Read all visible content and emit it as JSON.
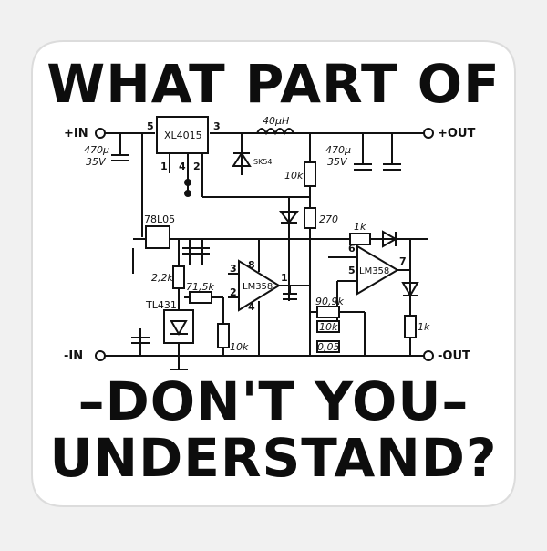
{
  "headline": {
    "top": "WHAT PART OF",
    "middle": "–DON'T YOU–",
    "bottom": "UNDERSTAND?"
  },
  "schematic": {
    "labels": {
      "in_plus": "+IN",
      "in_minus": "-IN",
      "out_plus": "+OUT",
      "out_minus": "-OUT",
      "cap_in": "470µ",
      "cap_in_v": "35V",
      "cap_out": "470µ",
      "cap_out_v": "35V",
      "converter": "XL4015",
      "pin5": "5",
      "pin3": "3",
      "pin1": "1",
      "pin4": "4",
      "pin2": "2",
      "inductor": "40µH",
      "diode": "SK54",
      "r10k_top": "10k",
      "r270": "270",
      "regulator": "78L05",
      "r1k_top": "1k",
      "r2_2k": "2,2k",
      "r71_5k": "71,5k",
      "ref": "TL431",
      "r10k_left": "10k",
      "opamp_left": "LM358",
      "op_pin3": "3",
      "op_pin2": "2",
      "op_pin8": "8",
      "op_pin4": "4",
      "op_pin1": "1",
      "opamp_right": "LM358",
      "op2_pin6": "6",
      "op2_pin5": "5",
      "op2_pin7": "7",
      "r90_9k": "90,9k",
      "r10k_mid": "10k",
      "r0_05": "0,05",
      "r1k_right": "1k"
    }
  }
}
